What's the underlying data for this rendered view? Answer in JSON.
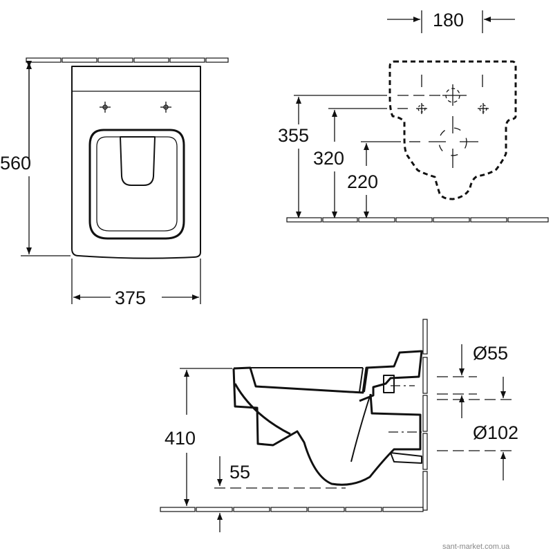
{
  "drawing": {
    "top_view": {
      "depth_label": "560",
      "width_label": "375"
    },
    "wall_view": {
      "bolt_spacing_label": "180",
      "h1_label": "355",
      "h2_label": "320",
      "h3_label": "220"
    },
    "side_view": {
      "height_label": "410",
      "outlet_height_label": "55",
      "inlet_diameter_label": "Ø55",
      "outlet_diameter_label": "Ø102"
    },
    "watermark": "sant-market.com.ua"
  }
}
